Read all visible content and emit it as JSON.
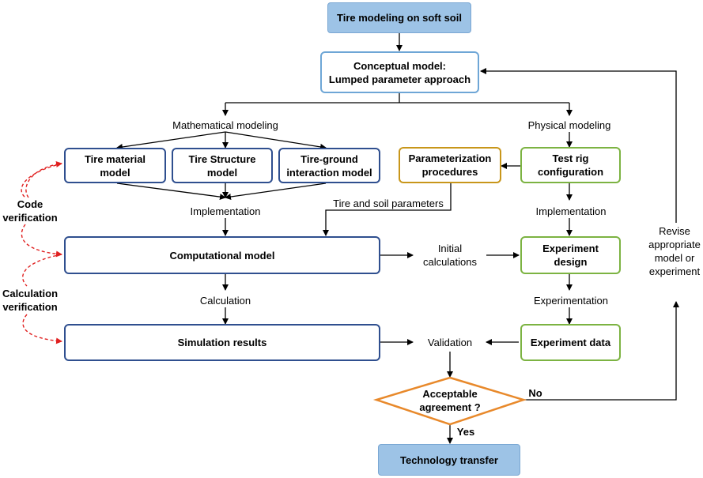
{
  "boxes": {
    "top": "Tire modeling on soft soil",
    "conceptual_line1": "Conceptual model:",
    "conceptual_line2": "Lumped parameter approach",
    "tire_material_line1": "Tire material",
    "tire_material_line2": "model",
    "tire_structure_line1": "Tire Structure",
    "tire_structure_line2": "model",
    "tire_ground_line1": "Tire-ground",
    "tire_ground_line2": "interaction model",
    "parameterization_line1": "Parameterization",
    "parameterization_line2": "procedures",
    "test_rig_line1": "Test rig",
    "test_rig_line2": "configuration",
    "computational": "Computational model",
    "experiment_design_line1": "Experiment",
    "experiment_design_line2": "design",
    "simulation": "Simulation results",
    "experiment_data": "Experiment data",
    "acceptable_line1": "Acceptable",
    "acceptable_line2": "agreement ?",
    "technology": "Technology transfer"
  },
  "labels": {
    "mathematical": "Mathematical modeling",
    "physical": "Physical modeling",
    "implementation_left": "Implementation",
    "implementation_right": "Implementation",
    "tire_soil_params": "Tire and soil parameters",
    "initial_line1": "Initial",
    "initial_line2": "calculations",
    "calculation": "Calculation",
    "experimentation": "Experimentation",
    "validation": "Validation",
    "no": "No",
    "yes": "Yes",
    "revise_line1": "Revise",
    "revise_line2": "appropriate",
    "revise_line3": "model or",
    "revise_line4": "experiment",
    "code_line1": "Code",
    "code_line2": "verification",
    "calc_ver_line1": "Calculation",
    "calc_ver_line2": "verification"
  },
  "colors": {
    "navy": "#2f4f8f",
    "green": "#7cb342",
    "gold": "#c8961a",
    "light_blue": "#6ea6d6",
    "fill_blue": "#9dc3e6",
    "diamond": "#e8892b",
    "dashed_red": "#e02020"
  }
}
